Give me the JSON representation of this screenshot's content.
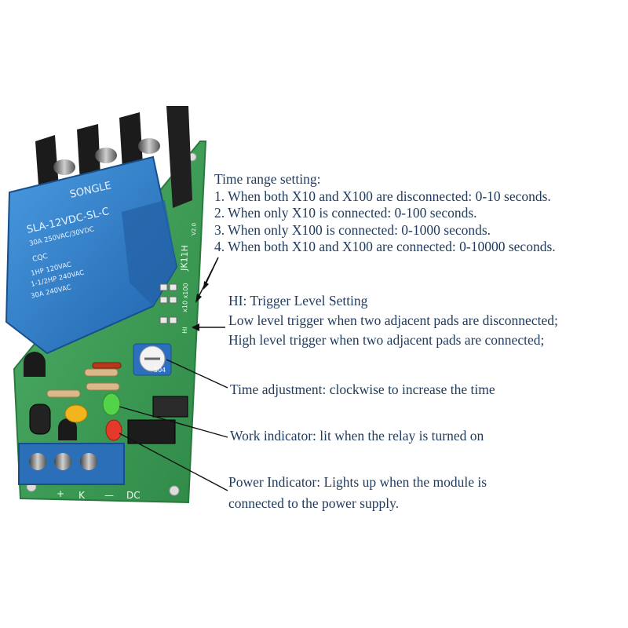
{
  "board": {
    "relay_brand": "SONGLE",
    "relay_model": "SLA-12VDC-SL-C",
    "relay_rating": "30A 250VAC/30VDC",
    "relay_hp1": "1HP 120VAC",
    "relay_hp2": "1-1/2HP 240VAC",
    "relay_amp": "30A 240VAC",
    "cert": "CQC",
    "board_id": "JK11H",
    "board_ver": "V2.0",
    "jumper_label": "x10 x100",
    "hi_label": "HI",
    "pot_code": "504",
    "terminal_labels": [
      "+",
      "K",
      "—",
      "DC"
    ]
  },
  "annotations": {
    "time_range": {
      "title": "Time range setting:",
      "lines": [
        "1. When both X10 and X100 are disconnected: 0-10 seconds.",
        "2. When only X10 is connected: 0-100 seconds.",
        "3. When only X100 is connected: 0-1000 seconds.",
        "4. When both X10 and X100 are connected: 0-10000 seconds."
      ]
    },
    "hi_trigger": {
      "title": "HI: Trigger Level Setting",
      "lines": [
        "Low level trigger when two adjacent pads are disconnected;",
        "High level trigger when two adjacent pads are connected;"
      ]
    },
    "time_adjust": "Time adjustment: clockwise to increase the time",
    "work_indicator": "Work indicator: lit when the relay is turned on",
    "power_indicator": [
      "Power Indicator: Lights up when the module is",
      "connected to the power supply."
    ]
  },
  "colors": {
    "pcb": "#3f9e57",
    "relay": "#2f7fc6",
    "terminal": "#2a6fb8",
    "text": "#1f3a5c"
  }
}
